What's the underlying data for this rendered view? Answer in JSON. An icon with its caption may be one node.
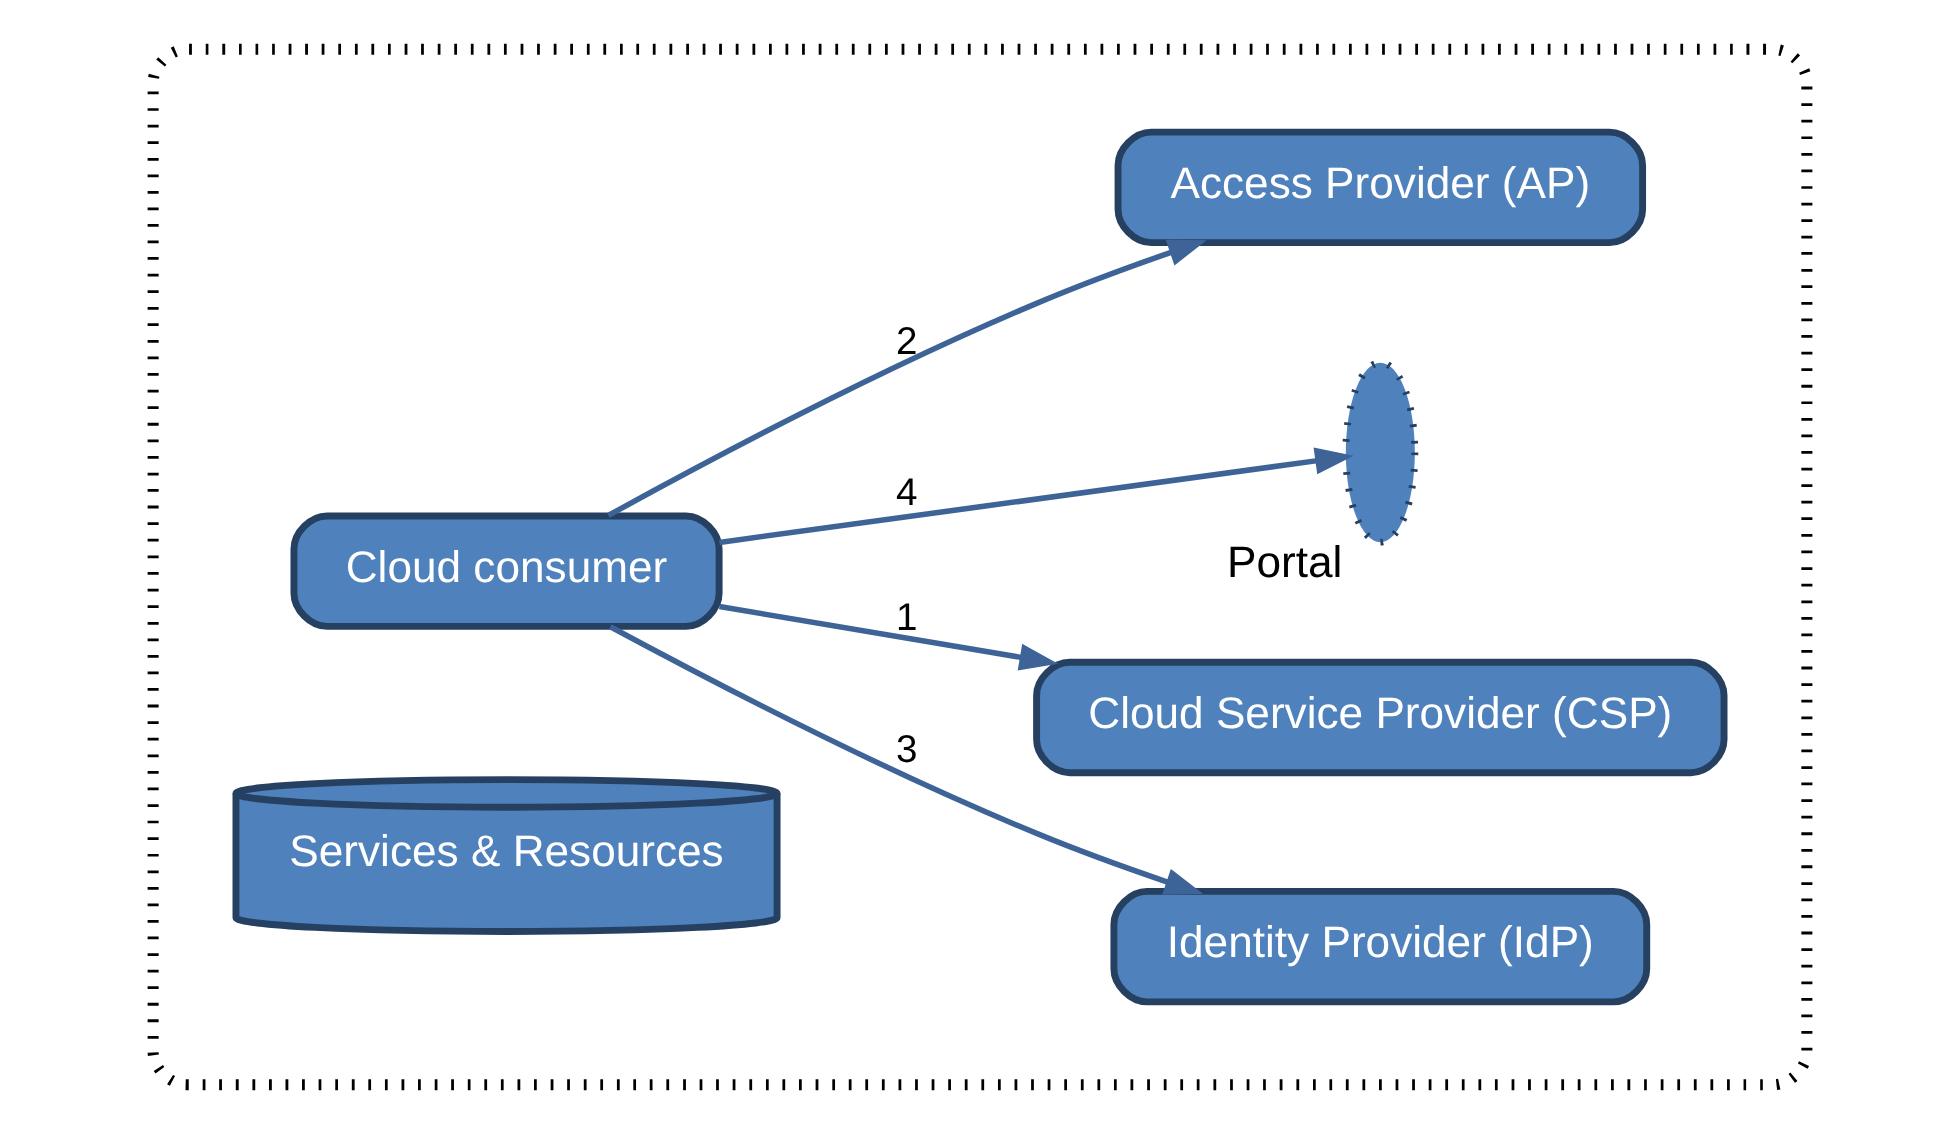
{
  "diagram": {
    "nodes": [
      {
        "text": [],
        "shape": "cloud"
      },
      {
        "text": [
          "Identity Provider (IdP)"
        ],
        "in": 0
      },
      {
        "text": [
          "Cloud consumer"
        ],
        "in": 0
      },
      {
        "text": [
          "Cloud Service Provider (CSP)"
        ],
        "in": 0
      },
      {
        "text": [
          "Services & Resources"
        ],
        "in": 0
      },
      {
        "text": [],
        "shape": "ellipse",
        "beside": [
          "Portal"
        ],
        "in": 0
      },
      {
        "text": [
          "Access Provider (AP)"
        ],
        "in": 0
      }
    ],
    "edges": [
      {
        "from": 2,
        "to": 1,
        "arrow": "to",
        "label": "3"
      },
      {
        "from": 2,
        "to": 3,
        "arrow": "to",
        "label": "1"
      },
      {
        "from": 2,
        "to": 6,
        "arrow": "to",
        "label": "2"
      },
      {
        "from": 2,
        "to": 5,
        "arrow": "to",
        "label": "4"
      }
    ]
  }
}
